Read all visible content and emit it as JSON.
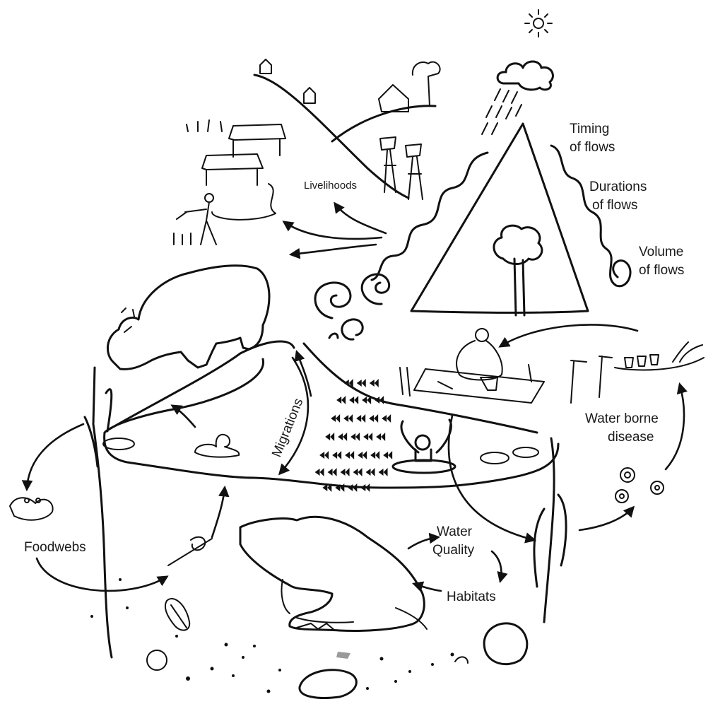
{
  "labels": {
    "livelihoods": "Livelihoods",
    "timing_line1": "Timing",
    "timing_line2": "of flows",
    "durations_line1": "Durations",
    "durations_line2": "of flows",
    "volume_line1": "Volume",
    "volume_line2": "of flows",
    "water_borne_line1": "Water borne",
    "water_borne_line2": "disease",
    "migrations": "Migrations",
    "foodwebs": "Foodwebs",
    "water_quality_line1": "Water",
    "water_quality_line2": "Quality",
    "habitats": "Habitats"
  },
  "colors": {
    "ink": "#111111",
    "background": "#ffffff",
    "rock_grey": "#9a9a9a"
  },
  "illustrations": [
    "sun-icon",
    "cloud-icon",
    "rain-icon",
    "mountain",
    "tree-icon",
    "hills",
    "houses",
    "farmer-icon",
    "people-icon",
    "hippo-icon",
    "river",
    "reeds-icon",
    "frog-icon",
    "duck-icon",
    "fish-school",
    "swimmer-icon",
    "crocodile-icon",
    "taps-icon",
    "snails-icon",
    "bather-icon",
    "lily-pads",
    "rocks",
    "leaf-icon",
    "insect-icon"
  ]
}
